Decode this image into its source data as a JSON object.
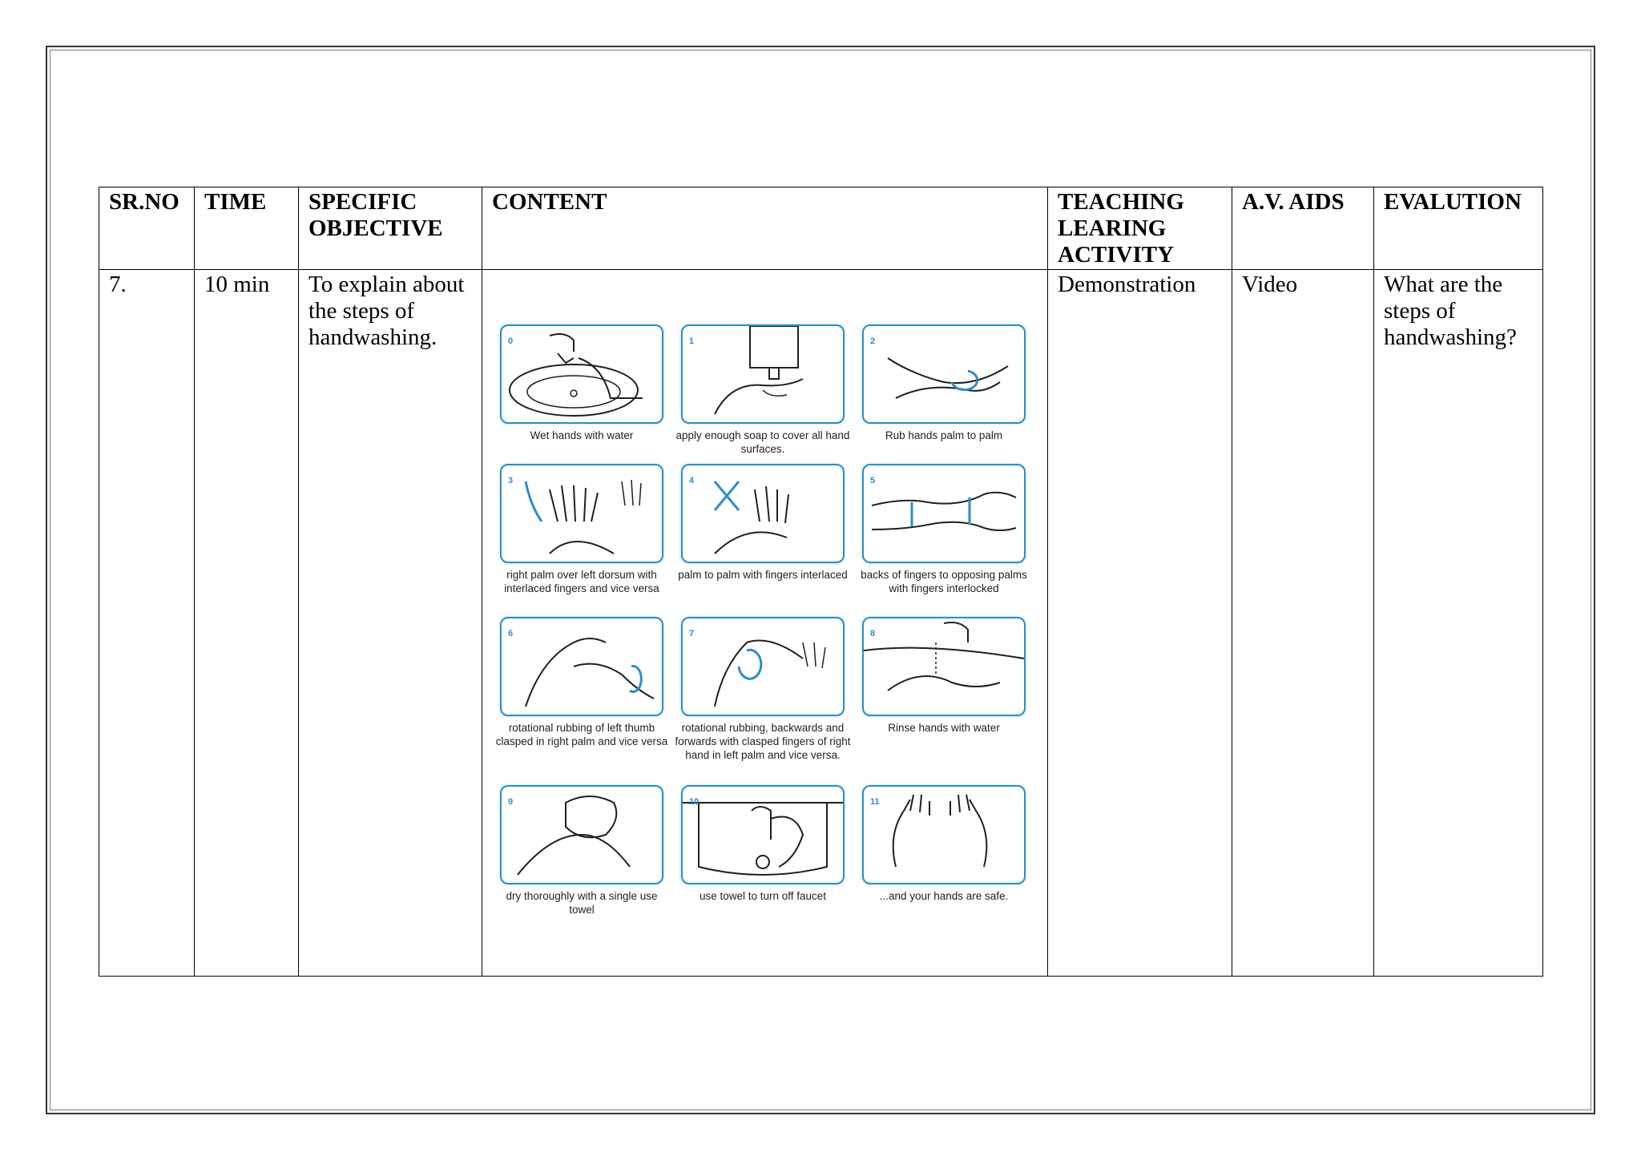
{
  "table": {
    "headers": {
      "sr_no": "SR.NO",
      "time": "TIME",
      "specific_objective": "SPECIFIC OBJECTIVE",
      "content": "CONTENT",
      "teaching_learning_activity": "TEACHING LEARING ACTIVITY",
      "av_aids": "A.V. AIDS",
      "evaluation": "EVALUTION"
    },
    "row": {
      "sr_no": "7.",
      "time": "10 min",
      "specific_objective": "To explain about the steps of handwashing.",
      "teaching_learning_activity": "Demonstration",
      "av_aids": "Video",
      "evaluation": "What are the steps of handwashing?"
    }
  },
  "handwashing_steps": [
    {
      "number": "0",
      "caption": "Wet hands with water",
      "icon": "faucet-basin-icon"
    },
    {
      "number": "1",
      "caption": "apply enough soap to cover all hand surfaces.",
      "icon": "soap-dispenser-icon"
    },
    {
      "number": "2",
      "caption": "Rub hands palm to palm",
      "icon": "palm-to-palm-icon"
    },
    {
      "number": "3",
      "caption": "right palm over left dorsum with interlaced fingers and vice versa",
      "icon": "interlaced-dorsum-icon"
    },
    {
      "number": "4",
      "caption": "palm to palm with fingers interlaced",
      "icon": "interlaced-fingers-icon"
    },
    {
      "number": "5",
      "caption": "backs of fingers to opposing palms with fingers interlocked",
      "icon": "interlocked-fingers-icon"
    },
    {
      "number": "6",
      "caption": "rotational rubbing of left thumb clasped in right palm and vice versa",
      "icon": "thumb-rubbing-icon"
    },
    {
      "number": "7",
      "caption": "rotational rubbing, backwards and forwards with clasped fingers of right hand in left palm and vice versa.",
      "icon": "fingertip-rubbing-icon"
    },
    {
      "number": "8",
      "caption": "Rinse hands with water",
      "icon": "rinse-icon"
    },
    {
      "number": "9",
      "caption": "dry thoroughly with a single use towel",
      "icon": "towel-dry-icon"
    },
    {
      "number": "10",
      "caption": "use towel to turn off faucet",
      "icon": "towel-faucet-icon"
    },
    {
      "number": "11",
      "caption": "...and your hands are safe.",
      "icon": "safe-hands-icon"
    }
  ],
  "colors": {
    "accent": "#2a8ec9",
    "line": "#1f1f1f"
  }
}
